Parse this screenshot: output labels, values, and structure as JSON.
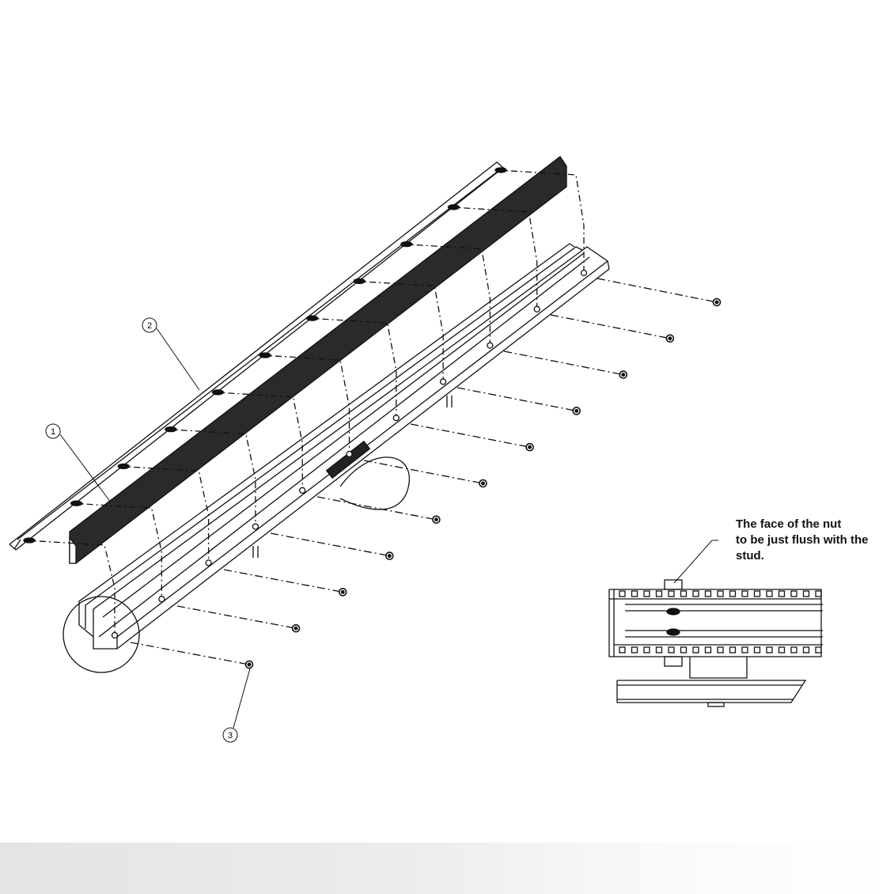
{
  "callouts": [
    {
      "label": "1"
    },
    {
      "label": "2"
    },
    {
      "label": "3"
    }
  ],
  "detail_note": {
    "lines": [
      "The face of the nut",
      "to be just flush with the",
      "stud."
    ]
  },
  "colors": {
    "line": "#111111",
    "brush": "#2a2a2a",
    "background": "#ffffff"
  }
}
